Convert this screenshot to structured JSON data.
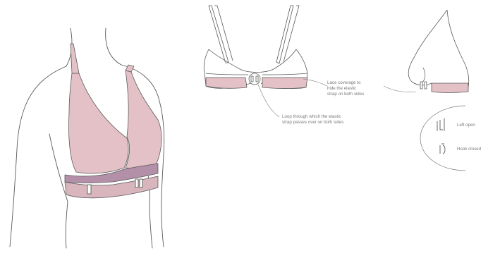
{
  "colors": {
    "fabric": "#e3c1c7",
    "fabric_dark": "#b48fa8",
    "band": "#d9b5bd",
    "outline": "#5a5a5a",
    "annotation_text": "#7a7a7a"
  },
  "figures": {
    "main_view": {
      "icon": "bra-on-torso-illustration"
    },
    "back_view": {
      "icon": "bra-back-view-illustration"
    },
    "side_view": {
      "icon": "bra-side-view-illustration"
    },
    "detail_view": {
      "icon": "clip-detail-illustration"
    }
  },
  "annotations": {
    "lace_coverage": {
      "lines": [
        "Lace coverage to",
        "hide the elastic",
        "strap on both sides"
      ]
    },
    "loop_through": {
      "lines": [
        "Loop through which the elastic",
        "strap passes over on both sides"
      ]
    },
    "opened_label": "Left open",
    "closed_label": "Hook closed"
  }
}
